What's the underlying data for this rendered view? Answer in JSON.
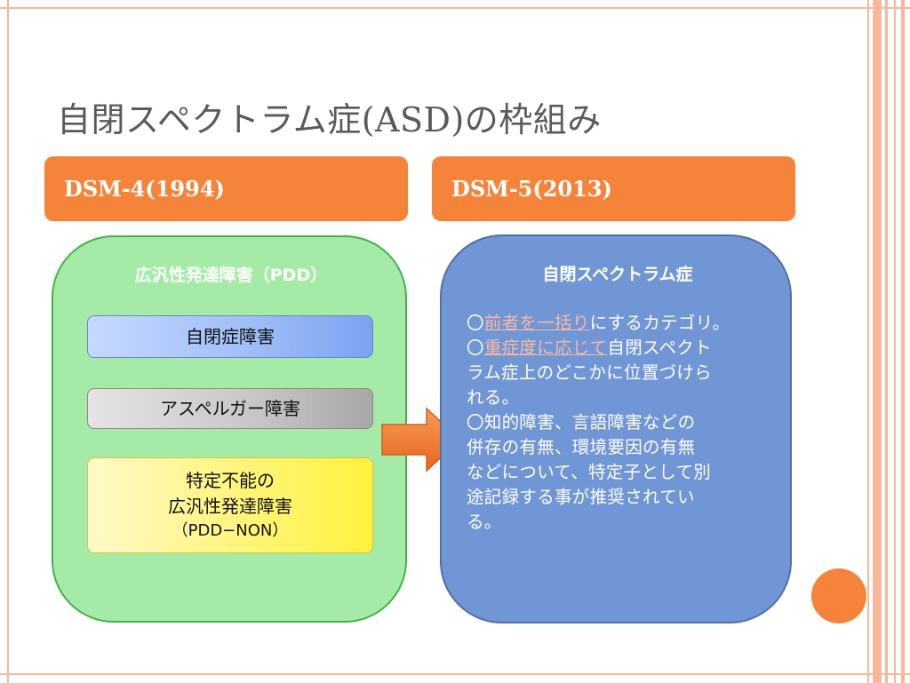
{
  "slide": {
    "title": "自閉スペクトラム症(ASD)の枠組み"
  },
  "colors": {
    "accent": "#f5843a",
    "frame": "#f7b79a",
    "left_panel": "#a5eba7",
    "right_panel": "#7196d6"
  },
  "left": {
    "header": "DSM-4(1994)",
    "panel_title": "広汎性発達障害（PDD）",
    "boxes": {
      "autism": "自閉症障害",
      "asperger": "アスペルガー障害",
      "pddnos_line1": "特定不能の",
      "pddnos_line2": "広汎性発達障害",
      "pddnos_line3": "（PDD−NON）"
    }
  },
  "right": {
    "header": "DSM-5(2013)",
    "panel_title": "自閉スペクトラム症",
    "body": {
      "l1_prefix": "〇",
      "l1_link": "前者を一括り",
      "l1_suffix": "にするカテゴリ。",
      "l2_prefix": "〇",
      "l2_link": "重症度に応じて",
      "l2_suffix": "自閉スペクト",
      "l3": "ラム症上のどこかに位置づけら",
      "l4": "れる。",
      "l5": "〇知的障害、言語障害などの",
      "l6": "併存の有無、環境要因の有無",
      "l7": "などについて、特定子として別",
      "l8": "途記録する事が推奨されてい",
      "l9": "る。"
    }
  },
  "icons": {
    "arrow": "right-arrow-icon",
    "dot": "orange-circle-icon"
  }
}
